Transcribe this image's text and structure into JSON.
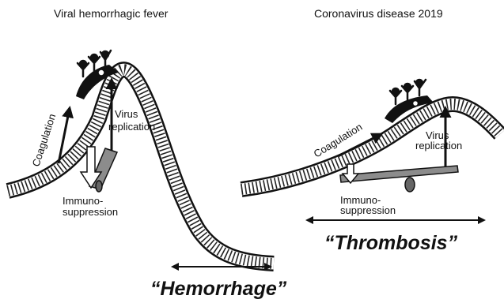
{
  "left_panel": {
    "title": "Viral hemorrhagic fever",
    "coagulation": "Coagulation",
    "virus_line1": "Virus",
    "virus_line2": "replication",
    "immuno_line1": "Immuno-",
    "immuno_line2": "suppression",
    "outcome": "“Hemorrhage”"
  },
  "right_panel": {
    "title": "Coronavirus disease 2019",
    "coagulation": "Coagulation",
    "virus_line1": "Virus",
    "virus_line2": "replication",
    "immuno_line1": "Immuno-",
    "immuno_line2": "suppression",
    "outcome": "“Thrombosis”"
  },
  "colors": {
    "track": "#111111",
    "ties": "#222222",
    "seesaw": "#8c8c8c",
    "background": "#ffffff"
  },
  "icons": [
    "roller-coaster-car-icon",
    "rider-icon",
    "seesaw-icon",
    "arrow-icon",
    "double-headed-arrow-icon"
  ]
}
